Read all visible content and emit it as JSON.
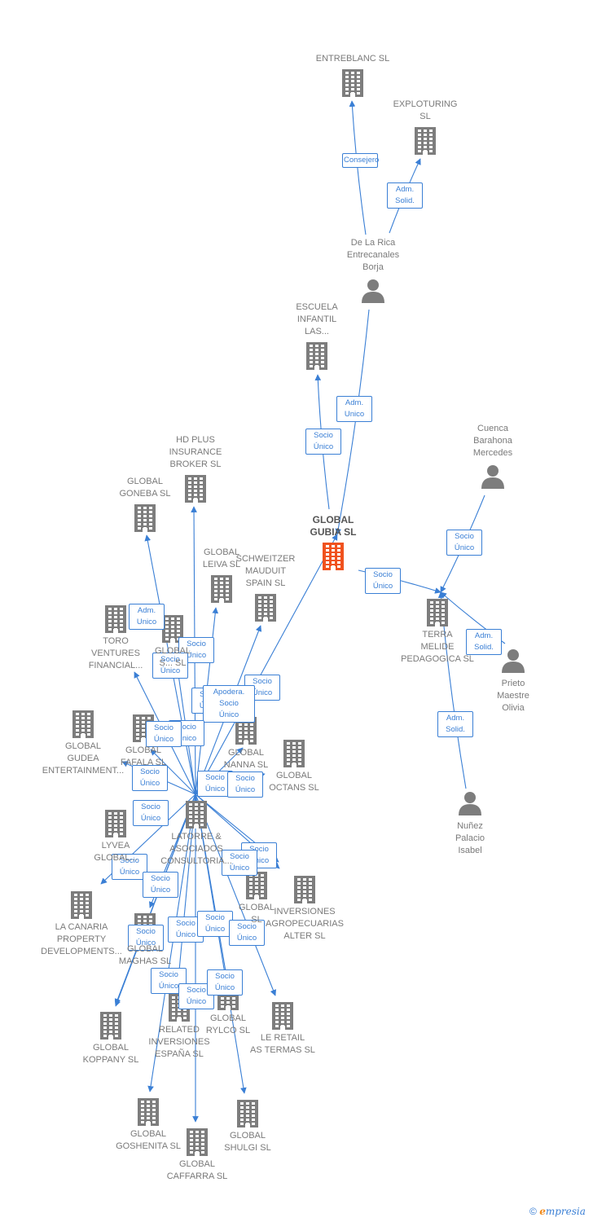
{
  "colors": {
    "edge": "#3a7fd5",
    "node": "#7d7d7d",
    "main": "#f0521e"
  },
  "nodes": [
    {
      "id": "entreblanc",
      "label": "ENTREBLANC SL",
      "type": "company"
    },
    {
      "id": "exploturing",
      "label": "EXPLOTURING\nSL",
      "type": "company"
    },
    {
      "id": "delarica",
      "label": "De La Rica\nEntrecanales\nBorja",
      "type": "person"
    },
    {
      "id": "escuela",
      "label": "ESCUELA\nINFANTIL\nLAS...",
      "type": "company"
    },
    {
      "id": "gubia",
      "label": "GLOBAL\nGUBIA SL",
      "type": "main"
    },
    {
      "id": "cuenca",
      "label": "Cuenca\nBarahona\nMercedes",
      "type": "person"
    },
    {
      "id": "terra",
      "label": "TERRA\nMELIDE\nPEDAGOGICA SL",
      "type": "company"
    },
    {
      "id": "prieto",
      "label": "Prieto\nMaestre\nOlivia",
      "type": "person"
    },
    {
      "id": "nunez",
      "label": "Nuñez\nPalacio\nIsabel",
      "type": "person"
    },
    {
      "id": "hdplus",
      "label": "HD PLUS\nINSURANCE\nBROKER SL",
      "type": "company"
    },
    {
      "id": "goneba",
      "label": "GLOBAL\nGONEBA SL",
      "type": "company"
    },
    {
      "id": "leiva",
      "label": "GLOBAL\nLEIVA SL",
      "type": "company"
    },
    {
      "id": "schweitzer",
      "label": "SCHWEITZER\nMAUDUIT\nSPAIN SL",
      "type": "company"
    },
    {
      "id": "toro",
      "label": "TORO\nVENTURES\nFINANCIAL...",
      "type": "company"
    },
    {
      "id": "gl_s",
      "label": "GLOBAL\nS... SL",
      "type": "company"
    },
    {
      "id": "gudea",
      "label": "GLOBAL\nGUDEA\nENTERTAINMENT...",
      "type": "company"
    },
    {
      "id": "fafala",
      "label": "GLOBAL\nFAFALA SL",
      "type": "company"
    },
    {
      "id": "nanna",
      "label": "GLOBAL\nNANNA SL",
      "type": "company"
    },
    {
      "id": "octans",
      "label": "GLOBAL\nOCTANS SL",
      "type": "company"
    },
    {
      "id": "latorre",
      "label": "LATORRE &\nASOCIADOS\nCONSULTORIA...",
      "type": "company"
    },
    {
      "id": "lyvea",
      "label": "LYVEA\nGLOBAL...",
      "type": "company"
    },
    {
      "id": "lacanaria",
      "label": "LA CANARIA\nPROPERTY\nDEVELOPMENTS...",
      "type": "company"
    },
    {
      "id": "maghas",
      "label": "GLOBAL\nMAGHAS SL",
      "type": "company"
    },
    {
      "id": "gl_sl",
      "label": "GLOBAL\nSL",
      "type": "company"
    },
    {
      "id": "inversiones_agro",
      "label": "INVERSIONES\nAGROPECUARIAS\nALTER SL",
      "type": "company"
    },
    {
      "id": "koppany",
      "label": "GLOBAL\nKOPPANY SL",
      "type": "company"
    },
    {
      "id": "related",
      "label": "RELATED\nINVERSIONES\nESPAÑA SL",
      "type": "company"
    },
    {
      "id": "rylco",
      "label": "GLOBAL\nRYLCO SL",
      "type": "company"
    },
    {
      "id": "leretail",
      "label": "LE RETAIL\nAS TERMAS SL",
      "type": "company"
    },
    {
      "id": "goshenita",
      "label": "GLOBAL\nGOSHENITA SL",
      "type": "company"
    },
    {
      "id": "caffarra",
      "label": "GLOBAL\nCAFFARRA SL",
      "type": "company"
    },
    {
      "id": "shulgi",
      "label": "GLOBAL\nSHULGI SL",
      "type": "company"
    }
  ],
  "edges": [
    {
      "from": "delarica",
      "to": "entreblanc",
      "label": "Consejero"
    },
    {
      "from": "delarica",
      "to": "exploturing",
      "label": "Adm.\nSolid."
    },
    {
      "from": "delarica",
      "to": "gubia",
      "label": "Adm.\nUnico"
    },
    {
      "from": "gubia",
      "to": "escuela",
      "label": "Socio\nÚnico"
    },
    {
      "from": "gubia",
      "to": "terra",
      "label": "Socio\nÚnico"
    },
    {
      "from": "cuenca",
      "to": "terra",
      "label": "Socio\nÚnico"
    },
    {
      "from": "prieto",
      "to": "terra",
      "label": "Adm.\nSolid."
    },
    {
      "from": "nunez",
      "to": "terra",
      "label": "Adm.\nSolid."
    },
    {
      "from": "latorre",
      "to": "gubia",
      "label": "Socio\nÚnico"
    },
    {
      "from": "latorre",
      "to": "hdplus",
      "label": "Socio\nÚnico"
    },
    {
      "from": "latorre",
      "to": "goneba",
      "label": "Socio\nÚnico"
    },
    {
      "from": "latorre",
      "to": "leiva",
      "label": "Socio\nÚnico"
    },
    {
      "from": "latorre",
      "to": "schweitzer",
      "label": "Apodera.\nSocio\nÚnico"
    },
    {
      "from": "latorre",
      "to": "toro",
      "label": "Adm.\nUnico"
    },
    {
      "from": "latorre",
      "to": "gl_s",
      "label": "Socio\nÚnico"
    },
    {
      "from": "latorre",
      "to": "gudea",
      "label": "Socio\nÚnico"
    },
    {
      "from": "latorre",
      "to": "fafala",
      "label": "Socio\nÚnico"
    },
    {
      "from": "latorre",
      "to": "nanna",
      "label": "Socio\nÚnico"
    },
    {
      "from": "latorre",
      "to": "octans",
      "label": "Socio\nÚnico"
    },
    {
      "from": "latorre",
      "to": "lyvea",
      "label": "Socio\nÚnico"
    },
    {
      "from": "latorre",
      "to": "lacanaria",
      "label": "Socio\nÚnico"
    },
    {
      "from": "latorre",
      "to": "maghas",
      "label": "Socio\nÚnico"
    },
    {
      "from": "latorre",
      "to": "gl_sl",
      "label": "Socio\nÚnico"
    },
    {
      "from": "latorre",
      "to": "inversiones_agro",
      "label": "Socio\nÚnico"
    },
    {
      "from": "latorre",
      "to": "koppany",
      "label": "Socio\nÚnico"
    },
    {
      "from": "latorre",
      "to": "related",
      "label": "Socio\nÚnico"
    },
    {
      "from": "latorre",
      "to": "rylco",
      "label": "Socio\nÚnico"
    },
    {
      "from": "latorre",
      "to": "leretail",
      "label": "Socio\nÚnico"
    },
    {
      "from": "latorre",
      "to": "goshenita",
      "label": "Socio\nÚnico"
    },
    {
      "from": "latorre",
      "to": "caffarra",
      "label": "Socio\nÚnico"
    },
    {
      "from": "latorre",
      "to": "shulgi",
      "label": "Socio\nÚnico"
    }
  ],
  "footer": {
    "copyright": "©",
    "brand_e": "e",
    "brand_rest": "mpresia"
  }
}
